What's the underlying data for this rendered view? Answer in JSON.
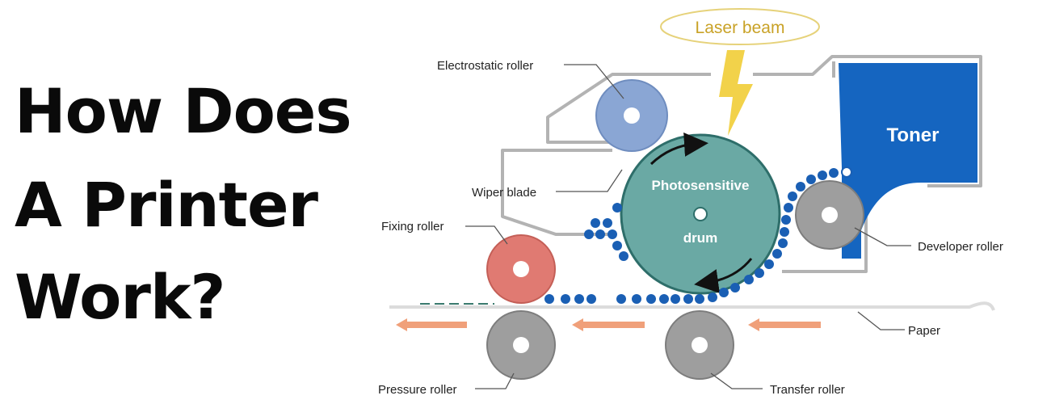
{
  "title": {
    "lines": [
      "How Does",
      "A Printer",
      "Work?"
    ]
  },
  "diagram": {
    "laser_label": "Laser beam",
    "toner_label": "Toner",
    "drum_label_line1": "Photosensitive",
    "drum_label_line2": "drum",
    "labels": {
      "electrostatic_roller": "Electrostatic roller",
      "wiper_blade": "Wiper blade",
      "fixing_roller": "Fixing roller",
      "developer_roller": "Developer roller",
      "paper": "Paper",
      "pressure_roller": "Pressure roller",
      "transfer_roller": "Transfer roller"
    },
    "colors": {
      "drum": "#6aa9a4",
      "toner_box": "#1565c0",
      "toner_particle": "#1a5fb4",
      "electrostatic_roller": "#8aa6d4",
      "fixing_roller": "#e07a72",
      "grey_roller": "#9e9e9e",
      "laser_beam": "#f2d24a",
      "paper_arrow": "#f0a07a",
      "housing_line": "#b3b3b3"
    }
  }
}
